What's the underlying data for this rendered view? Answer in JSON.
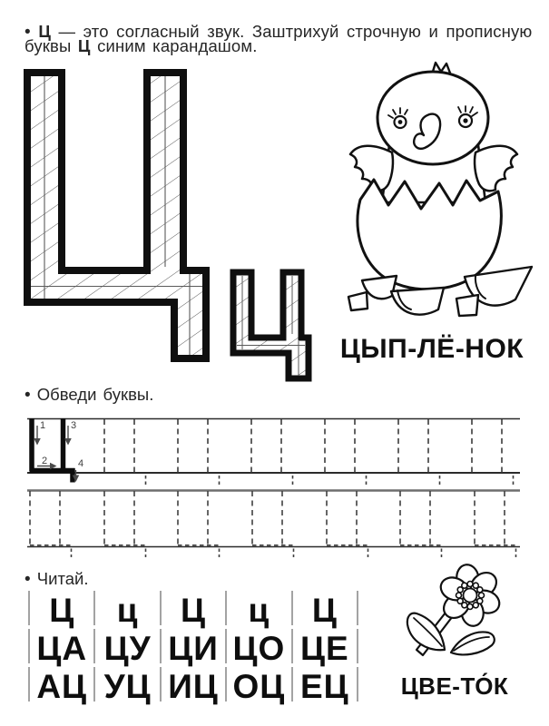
{
  "intro": {
    "bullet": "•",
    "bold1": "Ц",
    "line1_rest": "— это согласный звук. Заштрихуй строчную и прописную",
    "line2_pre": "буквы",
    "bold2": "Ц",
    "line2_post": "синим карандашом."
  },
  "shade": {
    "uppercase_letter": "Ц",
    "lowercase_letter": "ц"
  },
  "chick": {
    "caption": "ЦЫП-ЛЁ-НОК"
  },
  "trace": {
    "bullet": "•",
    "title": "Обведи буквы.",
    "stroke_numbers": [
      "1",
      "2",
      "3",
      "4"
    ]
  },
  "read": {
    "bullet": "•",
    "title": "Читай.",
    "rows": [
      [
        "Ц",
        "ц",
        "Ц",
        "ц",
        "Ц"
      ],
      [
        "ЦА",
        "ЦУ",
        "ЦИ",
        "ЦО",
        "ЦЕ"
      ],
      [
        "АЦ",
        "УЦ",
        "ИЦ",
        "ОЦ",
        "ЕЦ"
      ]
    ]
  },
  "flower": {
    "caption": "ЦВЕ-ТО́К"
  }
}
